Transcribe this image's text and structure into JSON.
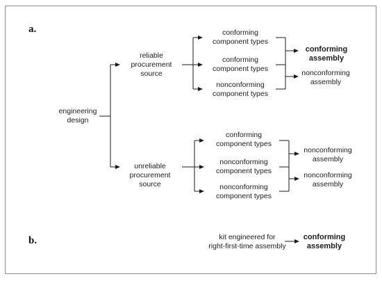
{
  "panels": {
    "a": "a.",
    "b": "b."
  },
  "nodes": {
    "engineering_design": [
      "engineering",
      "design"
    ],
    "reliable_source": [
      "reliable",
      "procurement",
      "source"
    ],
    "unreliable_source": [
      "unreliable",
      "procurement",
      "source"
    ],
    "a_top_1": [
      "conforming",
      "component types"
    ],
    "a_top_2": [
      "conforming",
      "component types"
    ],
    "a_top_3": [
      "nonconforming",
      "component types"
    ],
    "a_bot_1": [
      "conforming",
      "component types"
    ],
    "a_bot_2": [
      "nonconforming",
      "component types"
    ],
    "a_bot_3": [
      "nonconforming",
      "component types"
    ],
    "outcome_conforming": [
      "conforming",
      "assembly"
    ],
    "outcome_nonconforming_top": [
      "nonconforming",
      "assembly"
    ],
    "outcome_nonconforming_bot_1": [
      "nonconforming",
      "assembly"
    ],
    "outcome_nonconforming_bot_2": [
      "nonconforming",
      "assembly"
    ],
    "kit": [
      "kit engineered  for",
      "right-first-time assembly"
    ],
    "b_outcome": [
      "conforming",
      "assembly"
    ]
  },
  "colors": {
    "line": "#1a1a1a",
    "border": "#8c8c8c",
    "background": "#ffffff"
  }
}
